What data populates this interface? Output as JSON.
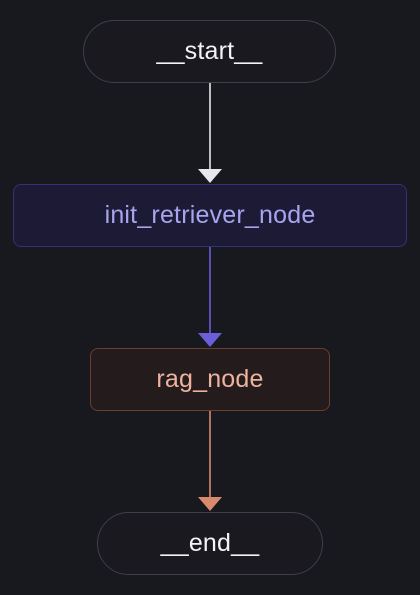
{
  "nodes": {
    "start": {
      "label": "__start__"
    },
    "init_retriever": {
      "label": "init_retriever_node"
    },
    "rag": {
      "label": "rag_node"
    },
    "end": {
      "label": "__end__"
    }
  },
  "edges": [
    {
      "from": "__start__",
      "to": "init_retriever_node",
      "color": "#e8e8ec"
    },
    {
      "from": "init_retriever_node",
      "to": "rag_node",
      "color": "#6a5fd8"
    },
    {
      "from": "rag_node",
      "to": "__end__",
      "color": "#d98a6c"
    }
  ],
  "colors": {
    "background": "#18181f",
    "terminal_border": "#3f3f48",
    "init_border": "#35317a",
    "init_text": "#a8a4f0",
    "rag_border": "#6e3e2d",
    "rag_text": "#eeb29e"
  }
}
